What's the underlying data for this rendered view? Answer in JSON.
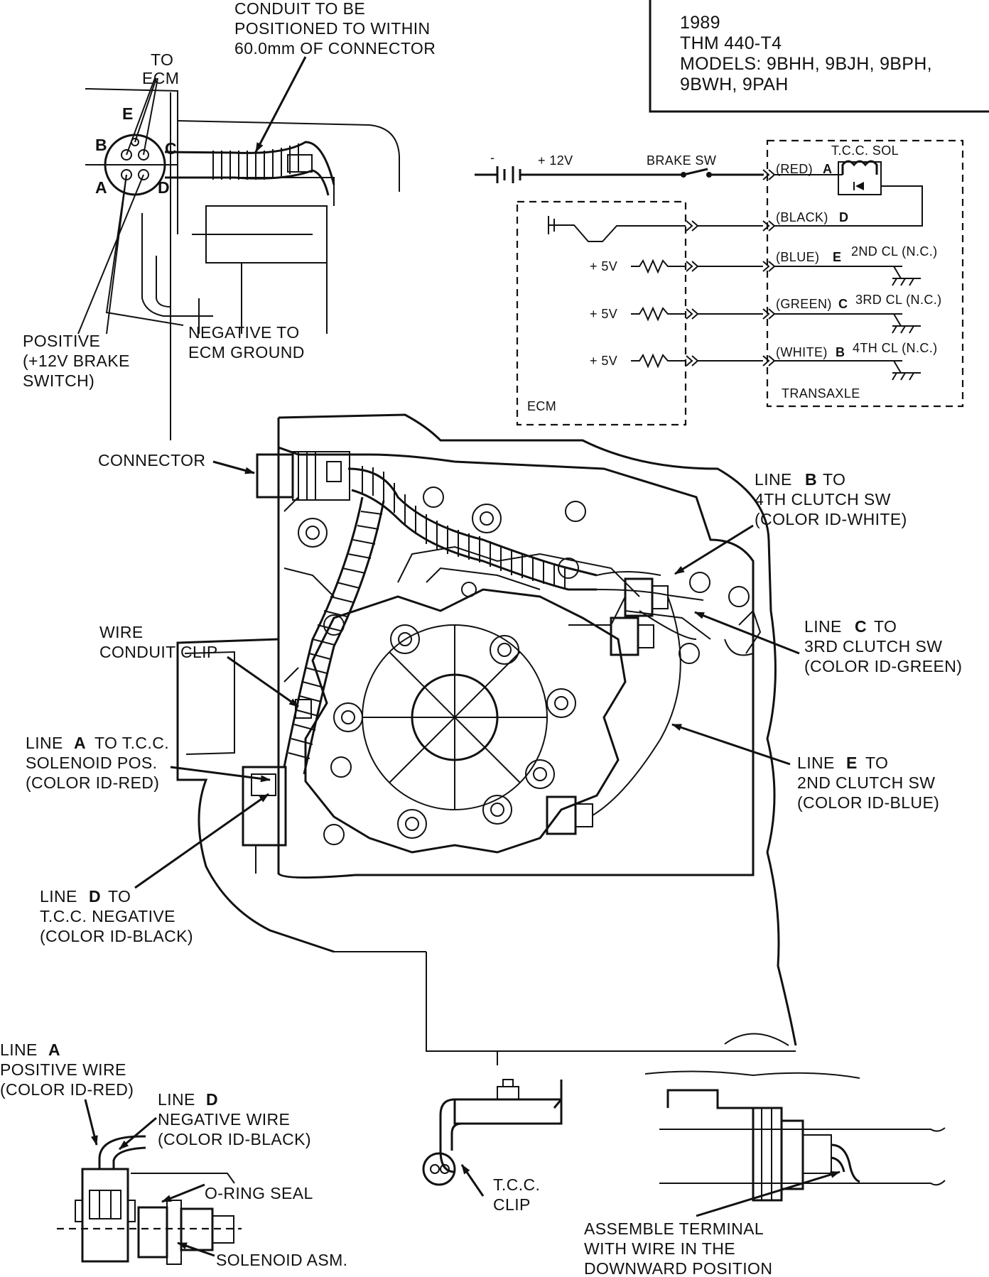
{
  "header_box": {
    "year": "1989",
    "transmission": "THM 440-T4",
    "models_line1": "MODELS: 9BHH, 9BJH, 9BPH,",
    "models_line2": "9BWH, 9PAH"
  },
  "connector_detail": {
    "conduit_note_1": "CONDUIT TO BE",
    "conduit_note_2": "POSITIONED TO WITHIN",
    "conduit_note_3": "60.0mm OF CONNECTOR",
    "to_ecm_1": "TO",
    "to_ecm_2": "ECM",
    "pin_e": "E",
    "pin_b": "B",
    "pin_c": "C",
    "pin_a": "A",
    "pin_d": "D",
    "positive_1": "POSITIVE",
    "positive_2": "(+12V BRAKE",
    "positive_3": "SWITCH)",
    "negative_1": "NEGATIVE TO",
    "negative_2": "ECM GROUND"
  },
  "schematic": {
    "plus12v": "+ 12V",
    "minus": "-",
    "brake_sw": "BRAKE SW",
    "tcc_sol": "T.C.C. SOL",
    "red_a_color": "(RED)",
    "red_a_letter": "A",
    "black_d_color": "(BLACK)",
    "black_d_letter": "D",
    "blue_e_color": "(BLUE)",
    "blue_e_letter": "E",
    "blue_e_name": "2ND CL (N.C.)",
    "green_c_color": "(GREEN)",
    "green_c_letter": "C",
    "green_c_name": "3RD CL (N.C.)",
    "white_b_color": "(WHITE)",
    "white_b_letter": "B",
    "white_b_name": "4TH CL (N.C.)",
    "plus5v_1": "+ 5V",
    "plus5v_2": "+ 5V",
    "plus5v_3": "+ 5V",
    "ecm": "ECM",
    "transaxle": "TRANSAXLE"
  },
  "main_view": {
    "connector": "CONNECTOR",
    "line_b_1a": "LINE",
    "line_b_1b": "B",
    "line_b_1c": "TO",
    "line_b_2": "4TH CLUTCH SW",
    "line_b_3": "(COLOR ID-WHITE)",
    "wire_clip_1": "WIRE",
    "wire_clip_2": "CONDUIT CLIP",
    "line_c_1a": "LINE",
    "line_c_1b": "C",
    "line_c_1c": "TO",
    "line_c_2": "3RD CLUTCH SW",
    "line_c_3": "(COLOR ID-GREEN)",
    "line_a_1a": "LINE",
    "line_a_1b": "A",
    "line_a_1c": "TO T.C.C.",
    "line_a_2": "SOLENOID POS.",
    "line_a_3": "(COLOR ID-RED)",
    "line_e_1a": "LINE",
    "line_e_1b": "E",
    "line_e_1c": "TO",
    "line_e_2": "2ND CLUTCH SW",
    "line_e_3": "(COLOR ID-BLUE)",
    "line_d_1a": "LINE",
    "line_d_1b": "D",
    "line_d_1c": "TO",
    "line_d_2": "T.C.C. NEGATIVE",
    "line_d_3": "(COLOR ID-BLACK)"
  },
  "bottom_details": {
    "line_a_1a": "LINE",
    "line_a_1b": "A",
    "line_a_2": "POSITIVE WIRE",
    "line_a_3": "(COLOR ID-RED)",
    "line_d_1a": "LINE",
    "line_d_1b": "D",
    "line_d_2": "NEGATIVE WIRE",
    "line_d_3": "(COLOR ID-BLACK)",
    "o_ring": "O-RING SEAL",
    "solenoid": "SOLENOID ASM.",
    "tcc_clip_1": "T.C.C.",
    "tcc_clip_2": "CLIP",
    "assemble_1": "ASSEMBLE TERMINAL",
    "assemble_2": "WITH WIRE IN THE",
    "assemble_3": "DOWNWARD POSITION"
  }
}
